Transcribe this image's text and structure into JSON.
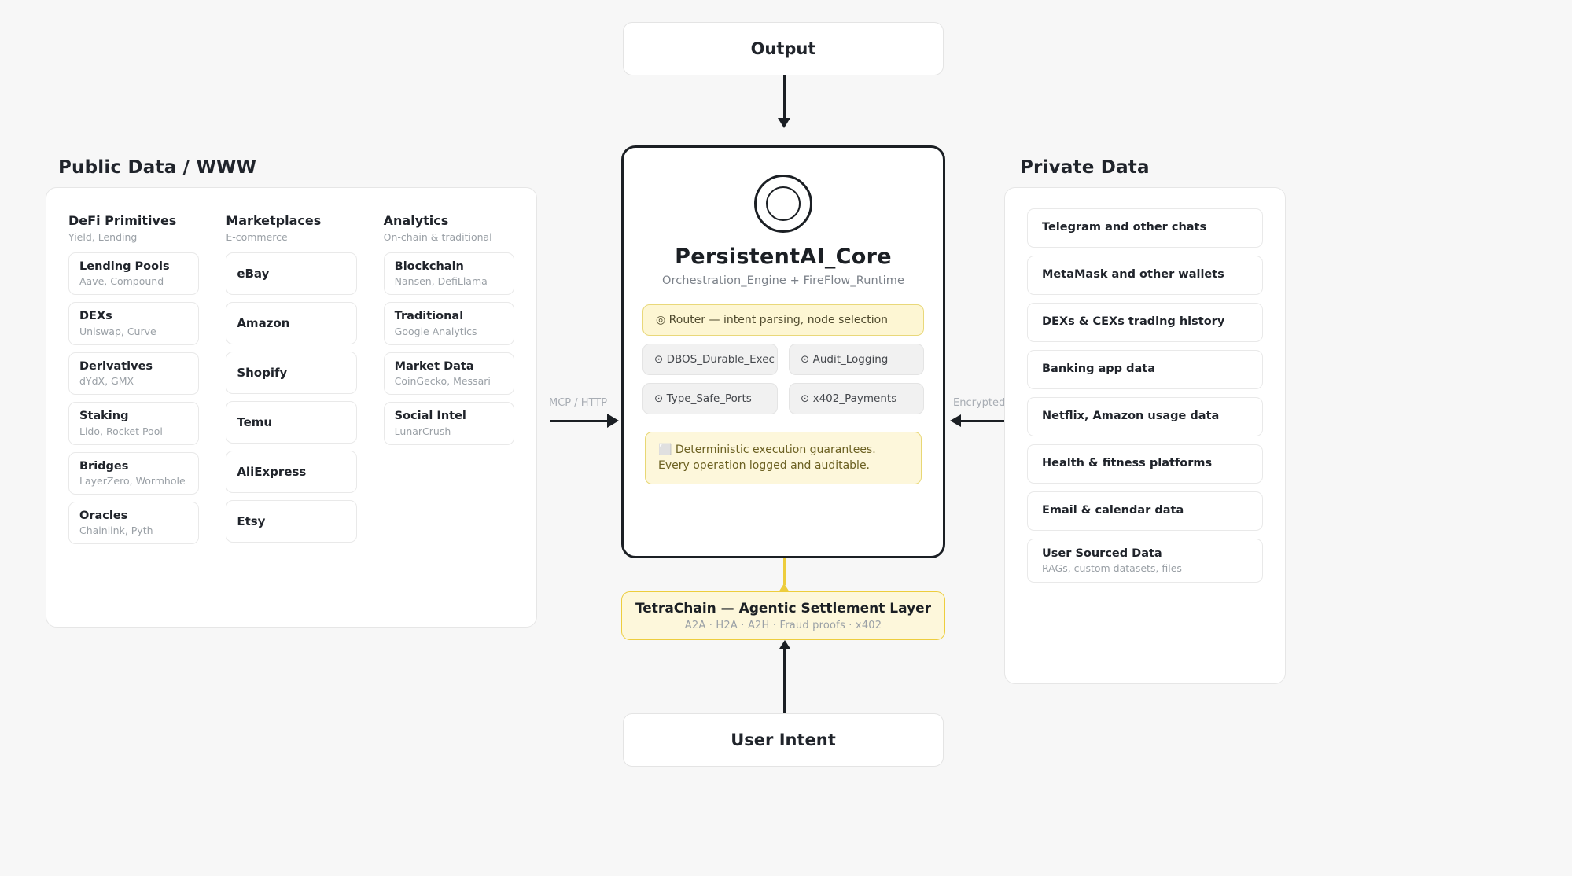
{
  "diagram": {
    "output_box": {
      "label": "Output"
    },
    "user_intent_box": {
      "label": "User Intent"
    },
    "edges": {
      "left_label": "MCP / HTTP",
      "right_label": "Encrypted"
    }
  },
  "public_panel": {
    "title": "Public Data / WWW",
    "columns": [
      {
        "head": "DeFi Primitives",
        "sub": "Yield, Lending",
        "items": [
          {
            "title": "Lending Pools",
            "sub": "Aave, Compound"
          },
          {
            "title": "DEXs",
            "sub": "Uniswap, Curve"
          },
          {
            "title": "Derivatives",
            "sub": "dYdX, GMX"
          },
          {
            "title": "Staking",
            "sub": "Lido, Rocket Pool"
          },
          {
            "title": "Bridges",
            "sub": "LayerZero, Wormhole"
          },
          {
            "title": "Oracles",
            "sub": "Chainlink, Pyth"
          }
        ]
      },
      {
        "head": "Marketplaces",
        "sub": "E-commerce",
        "items": [
          {
            "title": "eBay",
            "sub": ""
          },
          {
            "title": "Amazon",
            "sub": ""
          },
          {
            "title": "Shopify",
            "sub": ""
          },
          {
            "title": "Temu",
            "sub": ""
          },
          {
            "title": "AliExpress",
            "sub": ""
          },
          {
            "title": "Etsy",
            "sub": ""
          }
        ]
      },
      {
        "head": "Analytics",
        "sub": "On-chain & traditional",
        "items": [
          {
            "title": "Blockchain",
            "sub": "Nansen, DefiLlama"
          },
          {
            "title": "Traditional",
            "sub": "Google Analytics"
          },
          {
            "title": "Market Data",
            "sub": "CoinGecko, Messari"
          },
          {
            "title": "Social Intel",
            "sub": "LunarCrush"
          }
        ]
      }
    ]
  },
  "private_panel": {
    "title": "Private Data",
    "items": [
      {
        "title": "Telegram and other chats",
        "sub": ""
      },
      {
        "title": "MetaMask and other wallets",
        "sub": ""
      },
      {
        "title": "DEXs & CEXs trading history",
        "sub": ""
      },
      {
        "title": "Banking app data",
        "sub": ""
      },
      {
        "title": "Netflix, Amazon usage data",
        "sub": ""
      },
      {
        "title": "Health & fitness platforms",
        "sub": ""
      },
      {
        "title": "Email & calendar data",
        "sub": ""
      },
      {
        "title": "User Sourced Data",
        "sub": "RAGs, custom datasets, files"
      }
    ]
  },
  "core": {
    "icon": "concentric-ring-icon",
    "title": "PersistentAI_Core",
    "subtitle": "Orchestration_Engine + FireFlow_Runtime",
    "router_pill": "◎ Router — intent parsing, node selection",
    "pills": [
      "⊙ DBOS_Durable_Exec",
      "⊙ Audit_Logging",
      "⊙ Type_Safe_Ports",
      "⊙ x402_Payments"
    ],
    "note_line1": "⬜ Deterministic execution guarantees.",
    "note_line2": "Every operation logged and auditable."
  },
  "tetrachain": {
    "title": "TetraChain — Agentic Settlement Layer",
    "subtitle": "A2A · H2A · A2H · Fraud proofs · x402"
  },
  "colors": {
    "page_bg": "#f7f7f7",
    "core_border": "#1b1f24",
    "accent_yellow": "#edcd3d",
    "note_bg": "#fdf7db",
    "router_bg": "#fdf6d3",
    "muted_text": "#9aa0a6"
  }
}
